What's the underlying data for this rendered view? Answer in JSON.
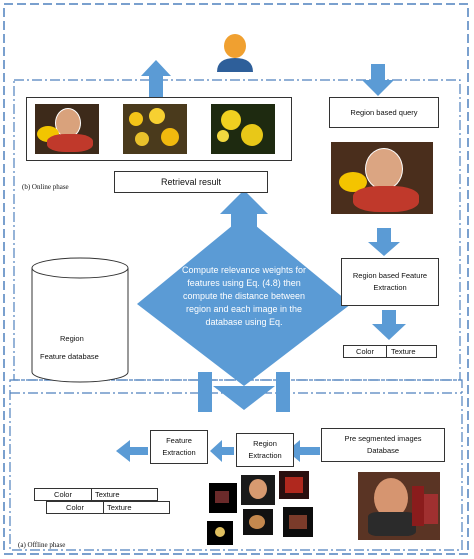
{
  "phases": {
    "online": "(b) Online phase",
    "offline": "(a) Offline phase"
  },
  "online": {
    "region_query": "Region based query",
    "retrieval_result": "Retrieval result",
    "region_feature_extraction": "Region based Feature Extraction",
    "result_images": [
      "child-with-bowl",
      "yellow-flowers-1",
      "yellow-flowers-2"
    ]
  },
  "center": {
    "text": "Compute relevance weights for features using Eq. (4.8) then compute the distance between region and each image in the database using Eq."
  },
  "database": {
    "line1": "Region",
    "line2": "Feature database"
  },
  "feature_table": {
    "col1": "Color",
    "col2": "Texture"
  },
  "offline": {
    "preseg_line1": "Pre segmented images",
    "preseg_line2": "Database",
    "region_extraction": "Region Extraction",
    "feature_extraction": "Feature Extraction",
    "table1": {
      "col1": "Color",
      "col2": "Texture"
    },
    "table2": {
      "col1": "Color",
      "col2": "Texture"
    }
  },
  "colors": {
    "arrow_blue": "#5b9bd5",
    "dash_blue": "#4f81bd",
    "user_orange": "#f0a030",
    "user_blue": "#2e5f9a"
  }
}
